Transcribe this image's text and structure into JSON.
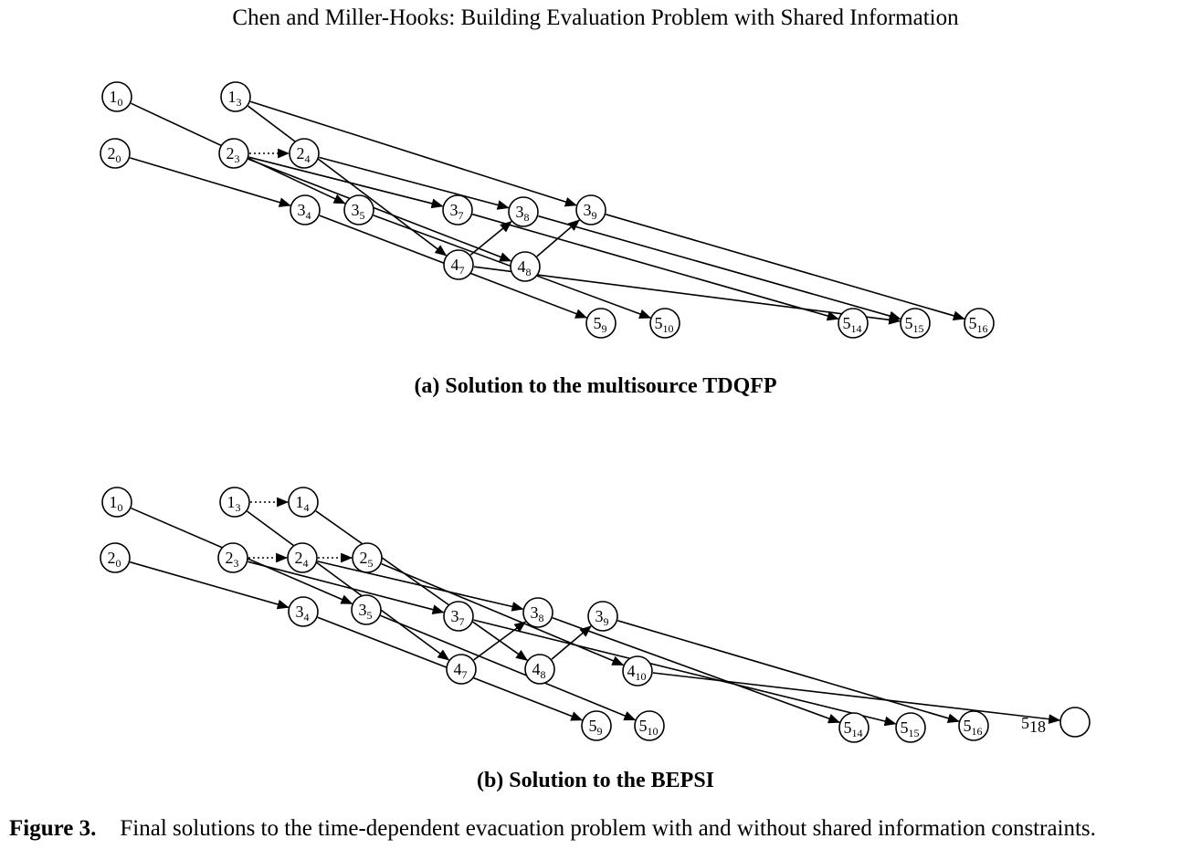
{
  "header": {
    "title": "Chen and Miller-Hooks: Building Evaluation Problem with Shared Information"
  },
  "panels": [
    {
      "id": "a",
      "caption": "(a) Solution to the multisource TDQFP",
      "nodes": [
        {
          "id": "1_0",
          "main": "1",
          "sub": "0"
        },
        {
          "id": "1_3",
          "main": "1",
          "sub": "3"
        },
        {
          "id": "2_0",
          "main": "2",
          "sub": "0"
        },
        {
          "id": "2_3",
          "main": "2",
          "sub": "3"
        },
        {
          "id": "2_4",
          "main": "2",
          "sub": "4"
        },
        {
          "id": "3_4",
          "main": "3",
          "sub": "4"
        },
        {
          "id": "3_5",
          "main": "3",
          "sub": "5"
        },
        {
          "id": "3_7",
          "main": "3",
          "sub": "7"
        },
        {
          "id": "3_8",
          "main": "3",
          "sub": "8"
        },
        {
          "id": "3_9",
          "main": "3",
          "sub": "9"
        },
        {
          "id": "4_7",
          "main": "4",
          "sub": "7"
        },
        {
          "id": "4_8",
          "main": "4",
          "sub": "8"
        },
        {
          "id": "5_9",
          "main": "5",
          "sub": "9"
        },
        {
          "id": "5_10",
          "main": "5",
          "sub": "10"
        },
        {
          "id": "5_14",
          "main": "5",
          "sub": "14"
        },
        {
          "id": "5_15",
          "main": "5",
          "sub": "15"
        },
        {
          "id": "5_16",
          "main": "5",
          "sub": "16"
        }
      ],
      "edges": [
        {
          "from": "1_0",
          "to": "3_5",
          "style": "solid"
        },
        {
          "from": "1_3",
          "to": "4_7",
          "style": "solid"
        },
        {
          "from": "1_3",
          "to": "3_9",
          "style": "solid"
        },
        {
          "from": "2_0",
          "to": "3_4",
          "style": "solid"
        },
        {
          "from": "2_3",
          "to": "2_4",
          "style": "wait"
        },
        {
          "from": "2_3",
          "to": "3_7",
          "style": "solid"
        },
        {
          "from": "2_4",
          "to": "3_8",
          "style": "solid"
        },
        {
          "from": "2_3",
          "to": "4_8",
          "style": "solid"
        },
        {
          "from": "3_4",
          "to": "5_9",
          "style": "solid"
        },
        {
          "from": "3_5",
          "to": "5_10",
          "style": "solid"
        },
        {
          "from": "4_7",
          "to": "3_8",
          "style": "solid"
        },
        {
          "from": "4_8",
          "to": "3_9",
          "style": "solid"
        },
        {
          "from": "3_7",
          "to": "5_14",
          "style": "solid"
        },
        {
          "from": "4_7",
          "to": "5_15",
          "style": "solid"
        },
        {
          "from": "3_8",
          "to": "5_15",
          "style": "solid"
        },
        {
          "from": "3_9",
          "to": "5_16",
          "style": "solid"
        }
      ]
    },
    {
      "id": "b",
      "caption": "(b) Solution to the BEPSI",
      "nodes": [
        {
          "id": "1_0",
          "main": "1",
          "sub": "0"
        },
        {
          "id": "1_3",
          "main": "1",
          "sub": "3"
        },
        {
          "id": "1_4",
          "main": "1",
          "sub": "4"
        },
        {
          "id": "2_0",
          "main": "2",
          "sub": "0"
        },
        {
          "id": "2_3",
          "main": "2",
          "sub": "3"
        },
        {
          "id": "2_4",
          "main": "2",
          "sub": "4"
        },
        {
          "id": "2_5",
          "main": "2",
          "sub": "5"
        },
        {
          "id": "3_4",
          "main": "3",
          "sub": "4"
        },
        {
          "id": "3_5",
          "main": "3",
          "sub": "5"
        },
        {
          "id": "3_7",
          "main": "3",
          "sub": "7"
        },
        {
          "id": "3_8",
          "main": "3",
          "sub": "8"
        },
        {
          "id": "3_9",
          "main": "3",
          "sub": "9"
        },
        {
          "id": "4_7",
          "main": "4",
          "sub": "7"
        },
        {
          "id": "4_8",
          "main": "4",
          "sub": "8"
        },
        {
          "id": "4_10",
          "main": "4",
          "sub": "10"
        },
        {
          "id": "5_9",
          "main": "5",
          "sub": "9"
        },
        {
          "id": "5_10",
          "main": "5",
          "sub": "10"
        },
        {
          "id": "5_14",
          "main": "5",
          "sub": "14"
        },
        {
          "id": "5_15",
          "main": "5",
          "sub": "15"
        },
        {
          "id": "5_16",
          "main": "5",
          "sub": "16"
        },
        {
          "id": "5_18",
          "main": "5",
          "sub": "18",
          "outside_label": true
        }
      ],
      "edges": [
        {
          "from": "1_3",
          "to": "1_4",
          "style": "wait"
        },
        {
          "from": "2_3",
          "to": "2_4",
          "style": "wait"
        },
        {
          "from": "2_4",
          "to": "2_5",
          "style": "wait"
        },
        {
          "from": "1_0",
          "to": "3_5",
          "style": "solid"
        },
        {
          "from": "1_3",
          "to": "4_7",
          "style": "solid"
        },
        {
          "from": "1_4",
          "to": "4_8",
          "style": "solid"
        },
        {
          "from": "2_0",
          "to": "3_4",
          "style": "solid"
        },
        {
          "from": "2_3",
          "to": "3_7",
          "style": "solid"
        },
        {
          "from": "2_4",
          "to": "3_8",
          "style": "solid"
        },
        {
          "from": "2_5",
          "to": "4_10",
          "style": "solid"
        },
        {
          "from": "3_4",
          "to": "5_9",
          "style": "solid"
        },
        {
          "from": "3_5",
          "to": "5_10",
          "style": "solid"
        },
        {
          "from": "4_7",
          "to": "3_8",
          "style": "solid"
        },
        {
          "from": "4_8",
          "to": "3_9",
          "style": "solid"
        },
        {
          "from": "3_7",
          "to": "5_15",
          "style": "solid"
        },
        {
          "from": "3_8",
          "to": "5_14",
          "style": "solid"
        },
        {
          "from": "3_9",
          "to": "5_16",
          "style": "solid"
        },
        {
          "from": "4_10",
          "to": "5_18",
          "style": "solid"
        }
      ]
    }
  ],
  "figure_caption": {
    "label": "Figure 3.",
    "text": "Final solutions to the time-dependent evacuation problem with and without shared information constraints."
  }
}
